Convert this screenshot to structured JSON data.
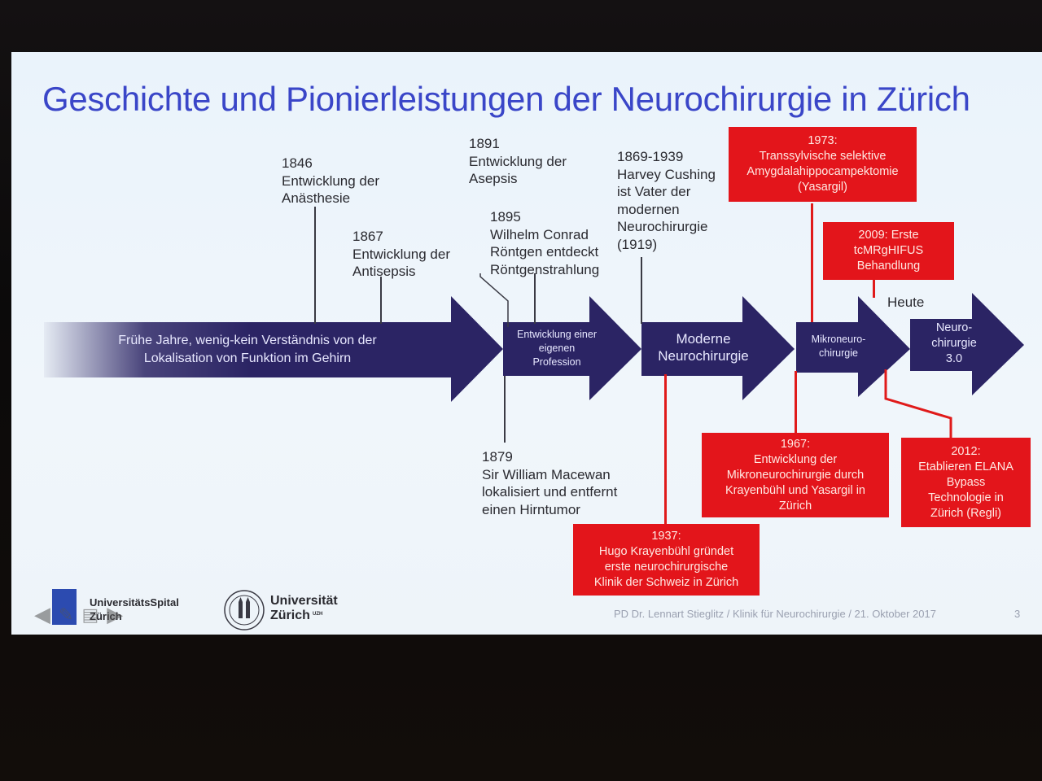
{
  "slide": {
    "title": "Geschichte und Pionierleistungen der Neurochirurgie in Zürich"
  },
  "timeline": {
    "phases": [
      {
        "label": "Frühe Jahre, wenig-kein Verständnis von der\nLokalisation von Funktion im Gehirn"
      },
      {
        "label": "Entwicklung einer\neigenen\nProfession"
      },
      {
        "label": "Moderne\nNeurochirurgie"
      },
      {
        "label": "Mikroneuro-\nchirurgie"
      },
      {
        "label": "Neuro-\nchirurgie\n3.0"
      }
    ],
    "heute": "Heute",
    "events_above": [
      {
        "text": "1846\nEntwicklung der\nAnästhesie"
      },
      {
        "text": "1867\nEntwicklung der\nAntisepsis"
      },
      {
        "text": "1891\nEntwicklung der\nAsepsis"
      },
      {
        "text": "1895\nWilhelm Conrad\nRöntgen entdeckt\nRöntgenstrahlung"
      },
      {
        "text": "1869-1939\nHarvey Cushing\nist Vater der\nmodernen\nNeurochirurgie\n(1919)"
      }
    ],
    "events_below": [
      {
        "text": "1879\nSir William Macewan\nlokalisiert und entfernt\neinen Hirntumor"
      }
    ],
    "highlights": [
      {
        "text": "1973:\nTranssylvische selektive\nAmygdalahippocampektomie\n(Yasargil)"
      },
      {
        "text": "2009: Erste\ntcMRgHIFUS\nBehandlung"
      },
      {
        "text": "1967:\nEntwicklung der\nMikroneurochirurgie durch\nKrayenbühl und Yasargil in\nZürich"
      },
      {
        "text": "2012:\nEtablieren ELANA\nBypass\nTechnologie in\nZürich (Regli)"
      },
      {
        "text": "1937:\nHugo Krayenbühl gründet\nerste neurochirurgische\nKlinik der Schweiz in Zürich"
      }
    ]
  },
  "footer": {
    "logo_usz": "UniversitätsSpital\nZürich",
    "logo_uzh": "Universität\nZürich",
    "logo_uzh_sup": "UZH",
    "presenter": "PD Dr. Lennart Stieglitz / Klinik für Neurochirurgie  /  21. Oktober 2017",
    "page": "3"
  },
  "colors": {
    "title": "#3a46c8",
    "arrow": "#2b2464",
    "highlight": "#e3151b"
  }
}
